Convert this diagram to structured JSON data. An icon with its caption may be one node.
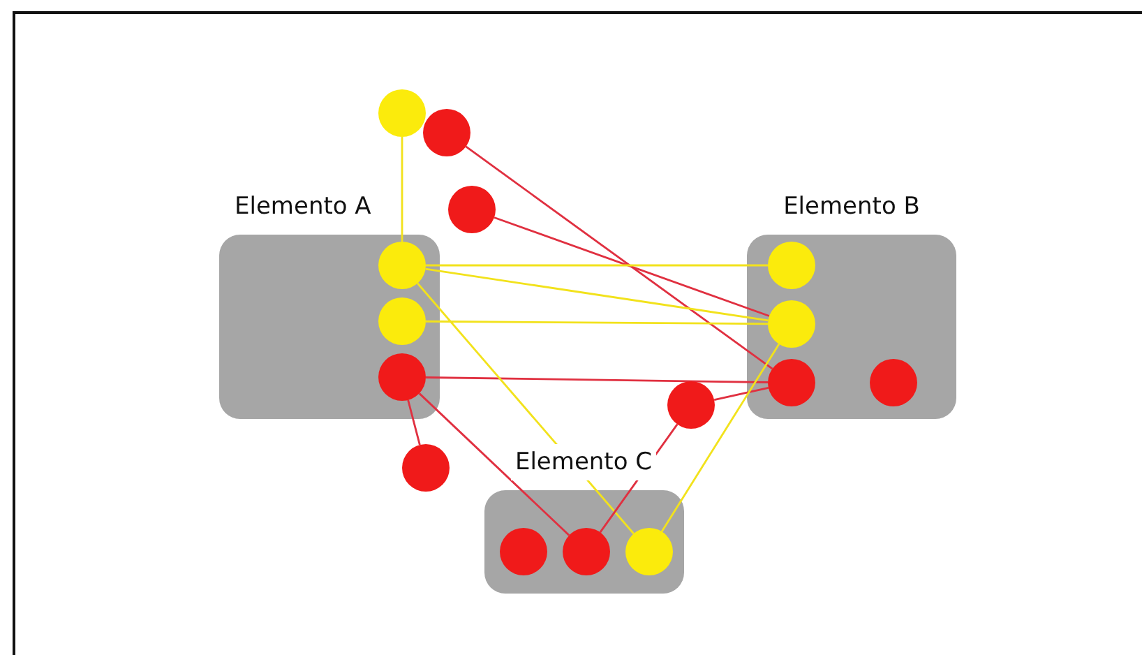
{
  "diagram": {
    "nodes": [
      {
        "text": [
          "Elemento A"
        ]
      },
      {
        "text": [
          "Elemento B"
        ]
      },
      {
        "text": [
          "Elemento C"
        ]
      },
      {
        "text": [],
        "shape": "circle"
      },
      {
        "text": [],
        "shape": "circle"
      },
      {
        "text": [],
        "shape": "circle"
      },
      {
        "text": [],
        "shape": "circle",
        "in": 0
      },
      {
        "text": [],
        "shape": "circle",
        "in": 0
      },
      {
        "text": [],
        "shape": "circle",
        "in": 0
      },
      {
        "text": [],
        "shape": "circle",
        "in": 1
      },
      {
        "text": [],
        "shape": "circle",
        "in": 1
      },
      {
        "text": [],
        "shape": "circle",
        "in": 1
      },
      {
        "text": [],
        "shape": "circle",
        "in": 1
      },
      {
        "text": [],
        "shape": "circle"
      },
      {
        "text": [],
        "shape": "circle"
      },
      {
        "text": [],
        "shape": "circle",
        "in": 2
      },
      {
        "text": [],
        "shape": "circle",
        "in": 2
      },
      {
        "text": [],
        "shape": "circle",
        "in": 2
      }
    ],
    "edges": [
      {
        "from": 3,
        "to": 6,
        "arrow": "none",
        "color": "#f2e21c"
      },
      {
        "from": 4,
        "to": 11,
        "arrow": "none",
        "color": "#e03040"
      },
      {
        "from": 5,
        "to": 10,
        "arrow": "none",
        "color": "#e03040"
      },
      {
        "from": 6,
        "to": 10,
        "arrow": "none",
        "color": "#f2e21c"
      },
      {
        "from": 6,
        "to": 9,
        "arrow": "none",
        "color": "#f2e21c"
      },
      {
        "from": 7,
        "to": 10,
        "arrow": "none",
        "color": "#f2e21c"
      },
      {
        "from": 8,
        "to": 11,
        "arrow": "none",
        "color": "#e03040"
      },
      {
        "from": 8,
        "to": 16,
        "arrow": "none",
        "color": "#e03040"
      },
      {
        "from": 8,
        "to": 14,
        "arrow": "none",
        "color": "#e03040"
      },
      {
        "from": 6,
        "to": 17,
        "arrow": "none",
        "color": "#f2e21c"
      },
      {
        "from": 11,
        "to": 13,
        "arrow": "none",
        "color": "#e03040"
      },
      {
        "from": 10,
        "to": 17,
        "arrow": "none",
        "color": "#f2e21c"
      },
      {
        "from": 13,
        "to": 16,
        "arrow": "none",
        "color": "#e03040"
      }
    ]
  }
}
